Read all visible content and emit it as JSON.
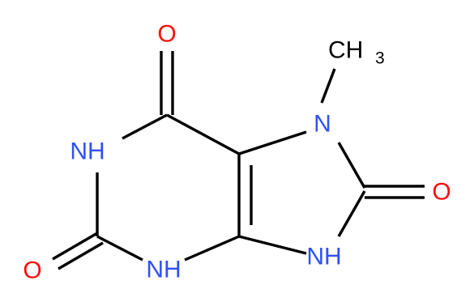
{
  "colors": {
    "bond": "#000000",
    "oxygen": "#ff0d0d",
    "nitrogen": "#3050f8",
    "carbon": "#000000",
    "background": "#ffffff"
  },
  "atoms": {
    "o_top": {
      "text": "O"
    },
    "o_right": {
      "text": "O"
    },
    "o_bottom": {
      "text": "O"
    },
    "n7": {
      "text": "N"
    },
    "n1": {
      "text": "NH"
    },
    "n3": {
      "text": "NH"
    },
    "n9": {
      "text": "NH"
    },
    "methyl": {
      "text": "CH",
      "subscript": "3"
    }
  }
}
